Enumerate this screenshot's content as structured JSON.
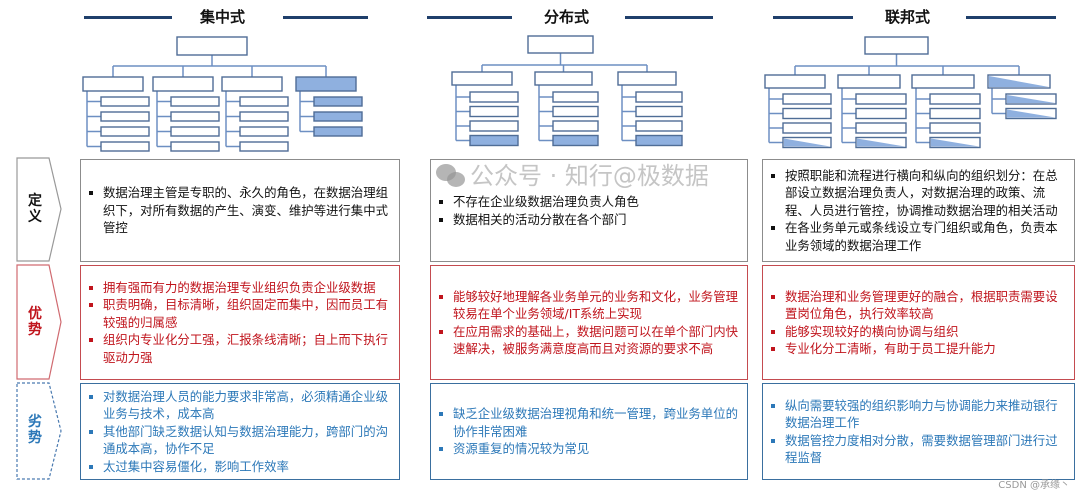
{
  "columns": [
    {
      "title": "集中式"
    },
    {
      "title": "分布式"
    },
    {
      "title": "联邦式"
    }
  ],
  "row_labels": {
    "definition": "定义",
    "advantages": "优势",
    "disadvantages": "劣势"
  },
  "definition": [
    [
      "数据治理主管是专职的、永久的角色，在数据治理组织下，对所有数据的产生、演变、维护等进行集中式管控"
    ],
    [
      "不存在企业级数据治理负责人角色",
      "数据相关的活动分散在各个部门"
    ],
    [
      "按照职能和流程进行横向和纵向的组织划分：在总部设立数据治理负责人，对数据治理的政策、流程、人员进行管控，协调推动数据治理的相关活动",
      "在各业务单元或条线设立专门组织或角色，负责本业务领域的数据治理工作"
    ]
  ],
  "advantages": [
    [
      "拥有强而有力的数据治理专业组织负责企业级数据",
      "职责明确，目标清晰，组织固定而集中，因而员工有较强的归属感",
      "组织内专业化分工强，汇报条线清晰；自上而下执行驱动力强"
    ],
    [
      "能够较好地理解各业务单元的业务和文化，业务管理较易在单个业务领域/IT系统上实现",
      "在应用需求的基础上，数据问题可以在单个部门内快速解决，被服务满意度高而且对资源的要求不高"
    ],
    [
      "数据治理和业务管理更好的融合，根据职责需要设置岗位角色，执行效率较高",
      "能够实现较好的横向协调与组织",
      "专业化分工清晰，有助于员工提升能力"
    ]
  ],
  "disadvantages": [
    [
      "对数据治理人员的能力要求非常高，必须精通企业级业务与技术，成本高",
      "其他部门缺乏数据认知与数据治理能力，跨部门的沟通成本高，协作不足",
      "太过集中容易僵化，影响工作效率"
    ],
    [
      "缺乏企业级数据治理视角和统一管理，跨业务单位的协作非常困难",
      "资源重复的情况较为常见"
    ],
    [
      "纵向需要较强的组织影响力与协调能力来推动银行数据治理工作",
      "数据管控力度相对分散，需要数据管理部门进行过程监督"
    ]
  ],
  "watermark": "公众号 · 知行@极数据",
  "credit": "CSDN @承缘丶",
  "colors": {
    "line": "#6d8fc2",
    "fill": "#8fb0df",
    "rule": "#1f3f6b",
    "def": "#111111",
    "adv": "#c0141c",
    "dis": "#2c78b8"
  }
}
